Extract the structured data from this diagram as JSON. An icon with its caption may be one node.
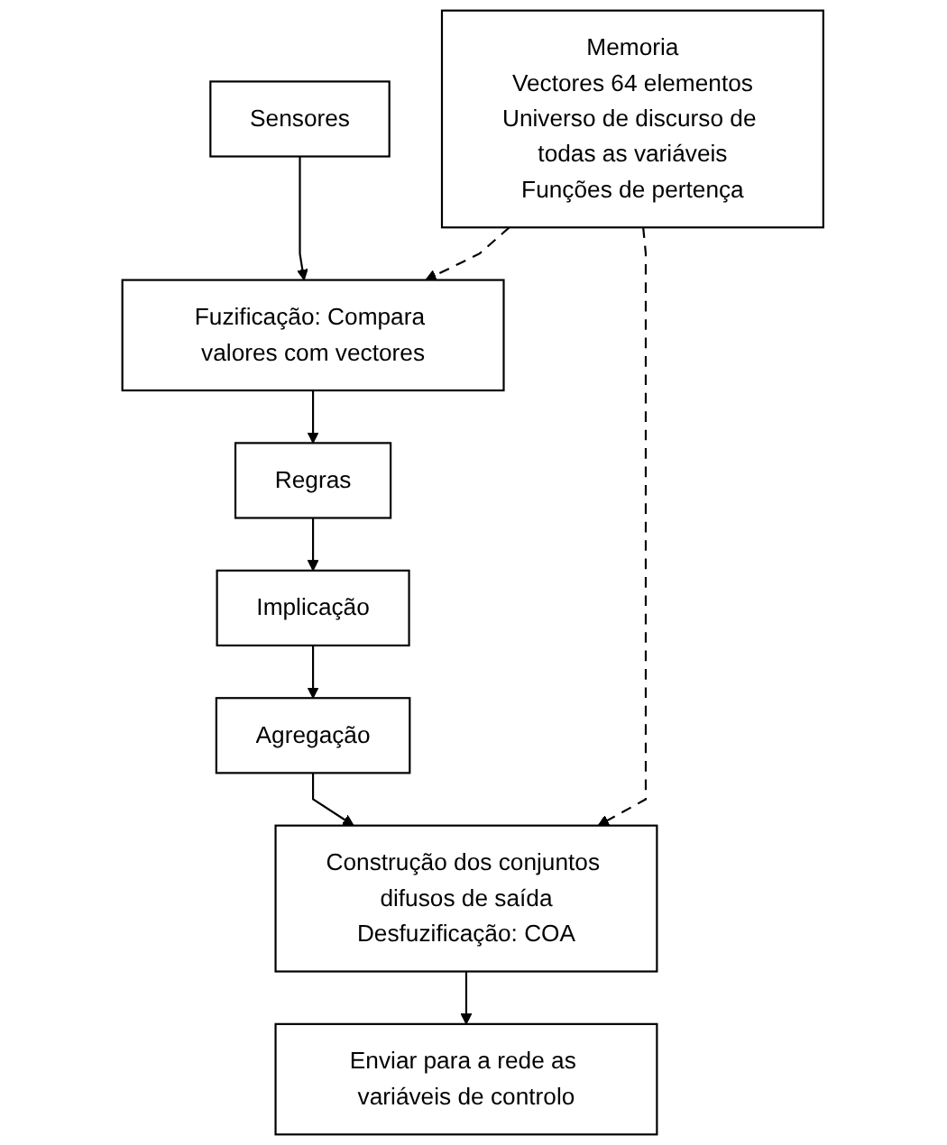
{
  "diagram": {
    "nodes": [
      {
        "text": [
          "Sensores"
        ]
      },
      {
        "text": [
          "Fuzificação: Compara valores com vectores"
        ]
      },
      {
        "text": [
          "Regras"
        ]
      },
      {
        "text": [
          "Implicação"
        ]
      },
      {
        "text": [
          "Agregação"
        ]
      },
      {
        "text": [
          "Construção dos conjuntos difusos de saída",
          "Desfuzificação: COA"
        ]
      },
      {
        "text": [
          "Enviar para a rede as variáveis de controlo"
        ]
      },
      {
        "text": [
          "Memoria",
          "Vectores 64 elementos",
          "Universo de discurso de todas as variáveis",
          "Funções de pertença"
        ]
      }
    ],
    "edges": [
      {
        "from": 0,
        "to": 1,
        "arrow": "to"
      },
      {
        "from": 1,
        "to": 2,
        "arrow": "to"
      },
      {
        "from": 2,
        "to": 3,
        "arrow": "to"
      },
      {
        "from": 3,
        "to": 4,
        "arrow": "to"
      },
      {
        "from": 4,
        "to": 5,
        "arrow": "to"
      },
      {
        "from": 5,
        "to": 6,
        "arrow": "to"
      },
      {
        "from": 7,
        "to": 1,
        "arrow": "to",
        "style": "dashed"
      },
      {
        "from": 7,
        "to": 5,
        "arrow": "to",
        "style": "dashed"
      }
    ]
  }
}
